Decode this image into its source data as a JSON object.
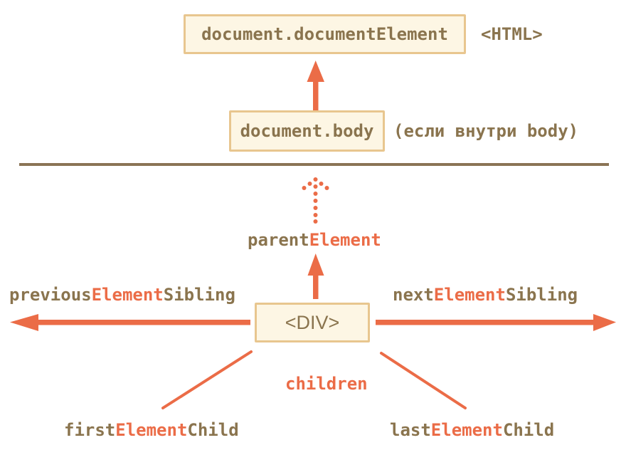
{
  "colors": {
    "orange": "#EB6C47",
    "brown": "#8A744E",
    "box-fill": "#FDF6E4",
    "box-border": "#E8C68F",
    "divider": "#8A7455",
    "background": "#FFFFFF"
  },
  "boxes": {
    "document_element": {
      "label": "document.documentElement"
    },
    "body": {
      "label": "document.body"
    },
    "div": {
      "label": "<DIV>"
    }
  },
  "annotations": {
    "html_tag": "<HTML>",
    "body_condition": "(если внутри body)"
  },
  "nav_labels": {
    "parent_element": {
      "pre": "parent",
      "accent": "Element",
      "post": ""
    },
    "previous_element_sibling": {
      "pre": "previous",
      "accent": "Element",
      "post": "Sibling"
    },
    "next_element_sibling": {
      "pre": "next",
      "accent": "Element",
      "post": "Sibling"
    },
    "children": "children",
    "first_element_child": {
      "pre": "first",
      "accent": "Element",
      "post": "Child"
    },
    "last_element_child": {
      "pre": "last",
      "accent": "Element",
      "post": "Child"
    }
  }
}
